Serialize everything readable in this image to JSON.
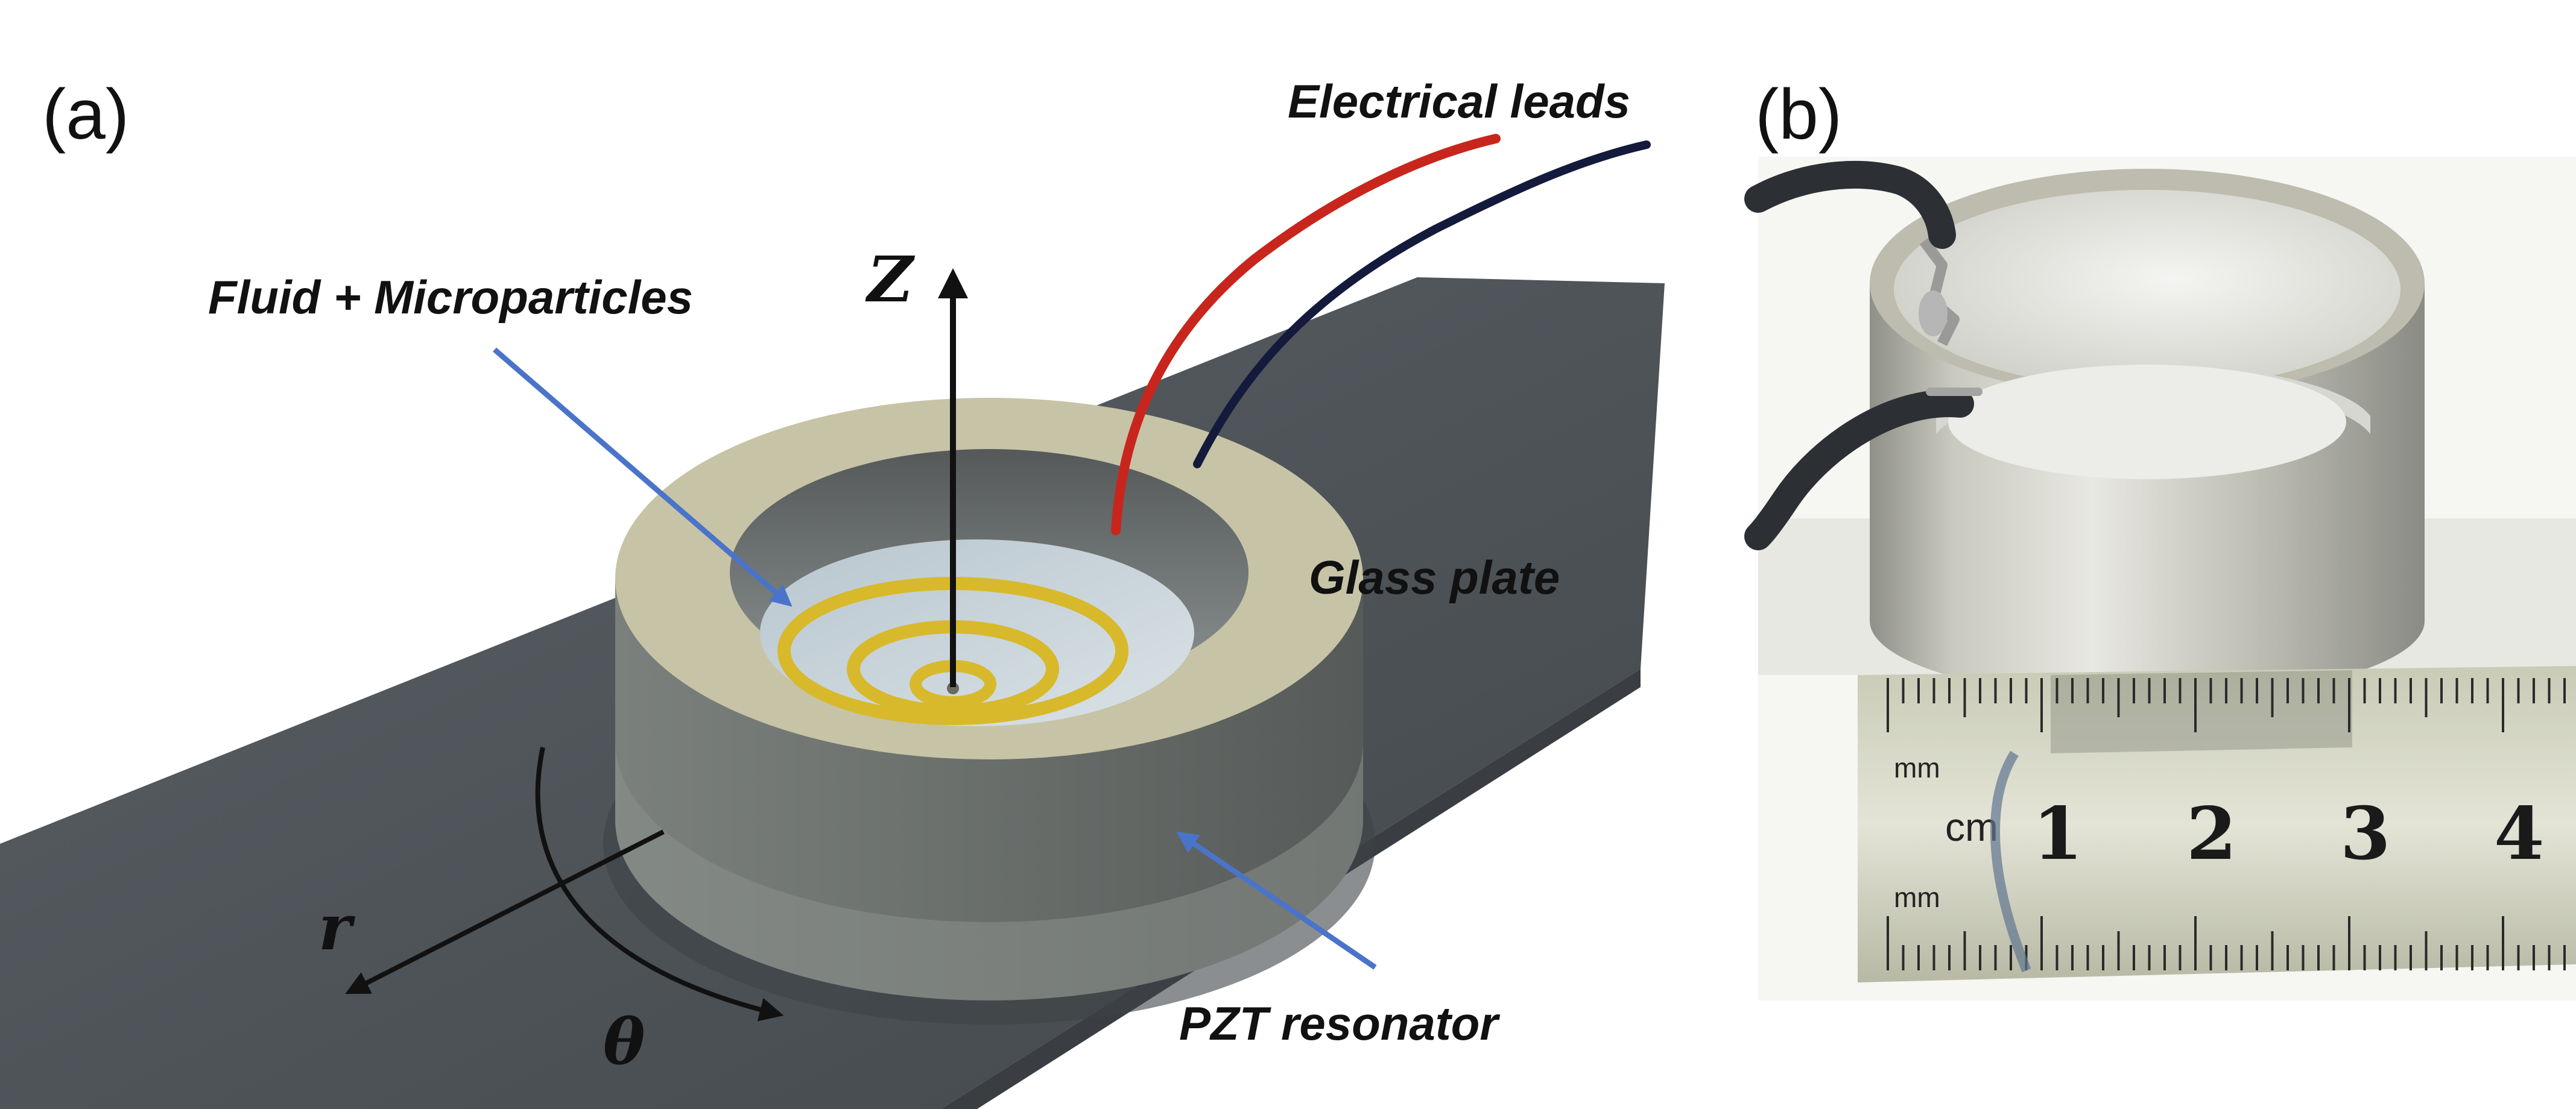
{
  "panels": {
    "a": {
      "label": "(a)"
    },
    "b": {
      "label": "(b)"
    }
  },
  "callouts": {
    "electrical_leads": "Electrical leads",
    "fluid_microparticles": "Fluid + Microparticles",
    "glass_plate": "Glass plate",
    "pzt_resonator": "PZT resonator"
  },
  "axes": {
    "z": "Z",
    "r": "r",
    "theta": "θ"
  },
  "ruler": {
    "numbers": [
      "1",
      "2",
      "3",
      "4"
    ],
    "unit_cm": "cm",
    "unit_mm_top": "mm",
    "unit_mm_bottom": "mm"
  },
  "colors": {
    "glass_plate": "#4e5459",
    "ring_top": "#c7c3a6",
    "ring_side": "#6b6f6c",
    "particles": "#d8b92c",
    "lead_red": "#c8261c",
    "lead_navy": "#141a3c",
    "arrow_blue": "#4a74c9"
  }
}
